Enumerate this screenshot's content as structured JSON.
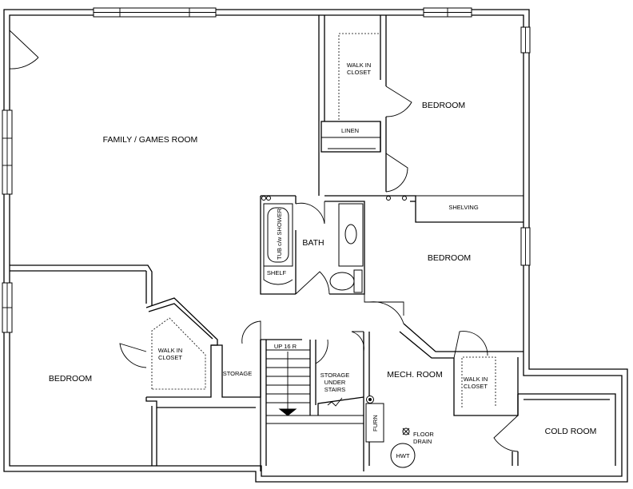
{
  "rooms": {
    "family": "FAMILY / GAMES ROOM",
    "bedroom_top_right": "BEDROOM",
    "walk_in_closet_top": [
      "WALK IN",
      "CLOSET"
    ],
    "linen": "LINEN",
    "bath": "BATH",
    "tub_shower": "TUB c/w SHOWER",
    "shelf": "SHELF",
    "shelving": "SHELVING",
    "bedroom_middle_right": "BEDROOM",
    "bedroom_left": "BEDROOM",
    "walk_in_closet_left": [
      "WALK IN",
      "CLOSET"
    ],
    "storage": "STORAGE",
    "stairs": "UP 16 R",
    "storage_under_stairs": [
      "STORAGE",
      "UNDER",
      "STAIRS"
    ],
    "mech_room": "MECH. ROOM",
    "furn": "FURN",
    "floor_drain": [
      "FLOOR",
      "DRAIN"
    ],
    "hwt": "HWT",
    "walk_in_closet_right": [
      "WALK IN",
      "CLOSET"
    ],
    "cold_room": "COLD ROOM"
  }
}
